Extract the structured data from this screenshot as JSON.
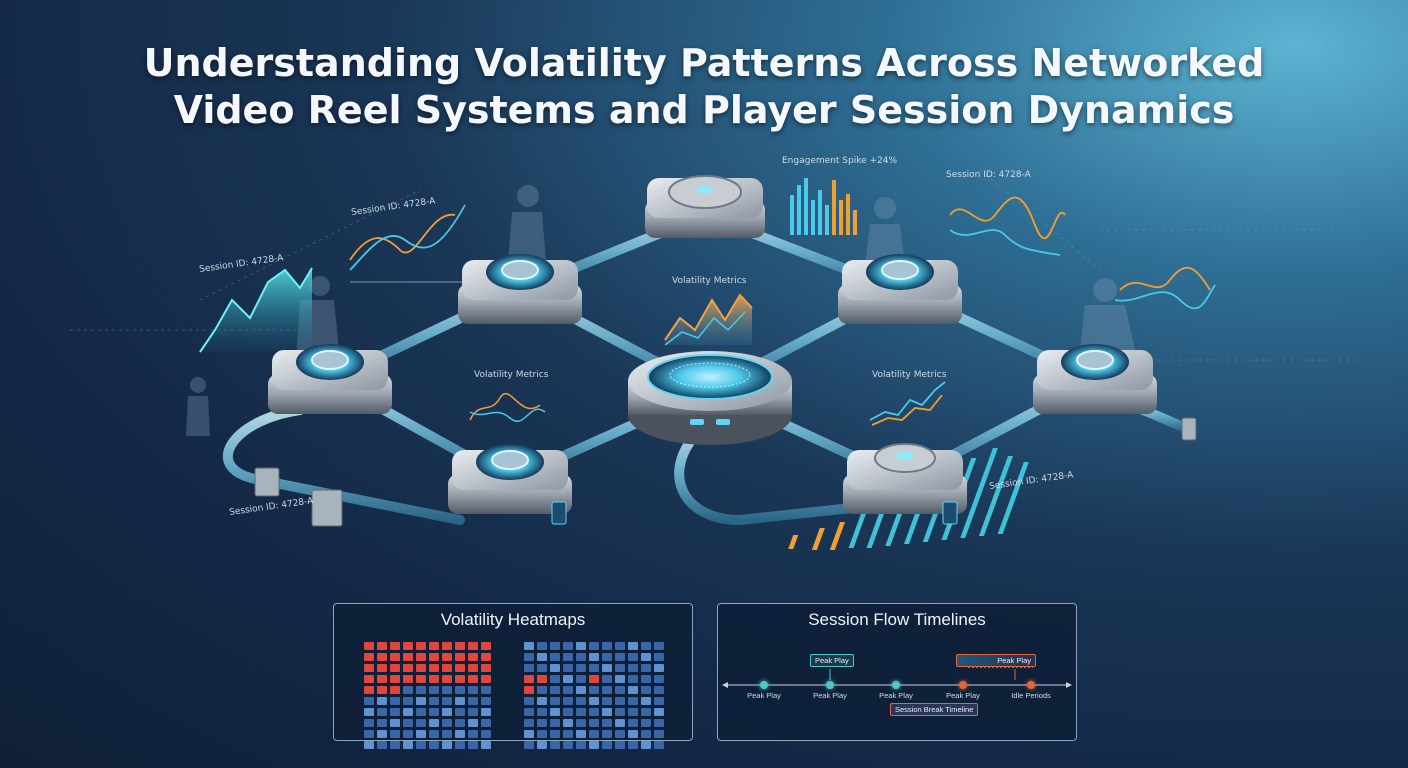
{
  "title": {
    "line1": "Understanding Volatility Patterns Across Networked",
    "line2": "Video Reel Systems and Player Session Dynamics"
  },
  "labels": {
    "session_left_top": "Session ID: 4728-A",
    "session_left": "Session ID: 4728-A",
    "session_right_top": "Session ID: 4728-A",
    "session_bottom_left": "Session ID: 4728-A",
    "session_right_bottom": "Session ID: 4728-A",
    "engagement_spike": "Engagement Spike +24%",
    "volatility_center": "Volatility Metrics",
    "volatility_left": "Volatility Metrics",
    "volatility_right": "Volatility Metrics"
  },
  "heatmaps_panel": {
    "title": "Volatility Heatmaps",
    "colors": {
      "red": "#e0463e",
      "blue_dark": "#3a66a8",
      "blue_light": "#5f93cf",
      "accent": "#e0463e"
    }
  },
  "timelines_panel": {
    "title": "Session Flow Timelines",
    "points": [
      "Peak Play",
      "Peak Play",
      "Peak Play",
      "Peak Play",
      "Idle Periods"
    ],
    "upper_tags": [
      "Peak Play",
      "Peak Play"
    ],
    "lower_tag": "Session Break Timeline",
    "colors": {
      "teal": "#4fc7c9",
      "orange": "#e2663a"
    }
  },
  "colors": {
    "glow": "#5fd6f5",
    "accent_orange": "#f09a3a",
    "accent_teal": "#3fc2d8"
  }
}
